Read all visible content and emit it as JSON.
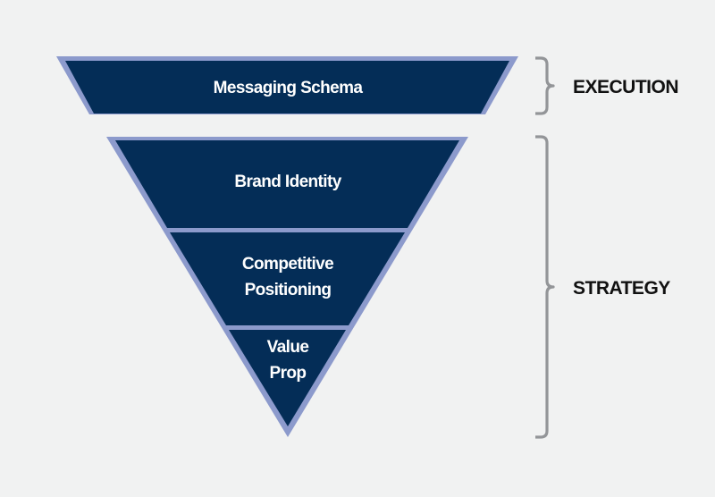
{
  "diagram": {
    "type": "inverted-pyramid",
    "colors": {
      "background": "#f1f2f2",
      "fill": "#042d57",
      "outline": "#8c9acc",
      "bracket": "#939598",
      "side_label": "#111111",
      "segment_text": "#ffffff"
    },
    "top_band": {
      "label": "Messaging Schema"
    },
    "pyramid_levels": [
      {
        "label_lines": [
          "Brand Identity"
        ]
      },
      {
        "label_lines": [
          "Competitive",
          "Positioning"
        ]
      },
      {
        "label_lines": [
          "Value",
          "Prop"
        ]
      }
    ],
    "groups": [
      {
        "label": "EXECUTION",
        "covers": [
          "Messaging Schema"
        ]
      },
      {
        "label": "STRATEGY",
        "covers": [
          "Brand Identity",
          "Competitive Positioning",
          "Value Prop"
        ]
      }
    ]
  }
}
